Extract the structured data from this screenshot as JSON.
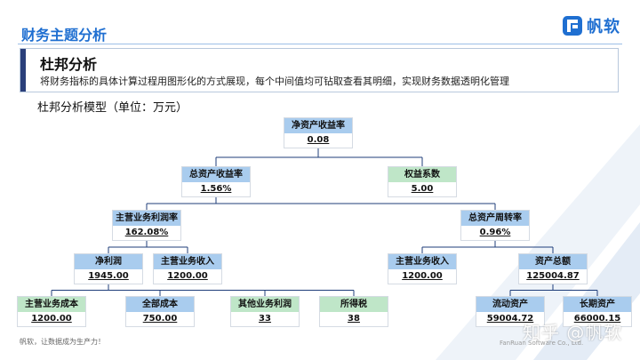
{
  "header": {
    "title": "财务主题分析",
    "brand_name": "帆软"
  },
  "intro": {
    "title": "杜邦分析",
    "description": "将财务指标的具体计算过程用图形化的方式展现，每个中间值均可钻取查看其明细，实现财务数据透明化管理"
  },
  "model_label": "杜邦分析模型（单位：万元）",
  "colors": {
    "accent": "#1f6fd1",
    "node_blue": "#a9ccee",
    "node_green": "#bfe6c8",
    "line": "#1f3d7a"
  },
  "nodes": [
    {
      "id": "roe",
      "label": "净资产收益率",
      "value": "0.08",
      "tone": "blue",
      "parent": null
    },
    {
      "id": "roa",
      "label": "总资产收益率",
      "value": "1.56%",
      "tone": "blue",
      "parent": "roe"
    },
    {
      "id": "equity_multiplier",
      "label": "权益系数",
      "value": "5.00",
      "tone": "green",
      "parent": "roe"
    },
    {
      "id": "net_margin",
      "label": "主营业务利润率",
      "value": "162.08%",
      "tone": "blue",
      "parent": "roa"
    },
    {
      "id": "asset_turnover",
      "label": "总资产周转率",
      "value": "0.96%",
      "tone": "blue",
      "parent": "roa"
    },
    {
      "id": "net_profit",
      "label": "净利润",
      "value": "1945.00",
      "tone": "blue",
      "parent": "net_margin"
    },
    {
      "id": "revenue_left",
      "label": "主营业务收入",
      "value": "1200.00",
      "tone": "blue",
      "parent": "net_margin"
    },
    {
      "id": "revenue_right",
      "label": "主营业务收入",
      "value": "1200.00",
      "tone": "blue",
      "parent": "asset_turnover"
    },
    {
      "id": "total_assets",
      "label": "资产总额",
      "value": "125004.87",
      "tone": "blue",
      "parent": "asset_turnover"
    },
    {
      "id": "cost_main",
      "label": "主营业务成本",
      "value": "1200.00",
      "tone": "green",
      "parent": "net_profit"
    },
    {
      "id": "cost_total",
      "label": "全部成本",
      "value": "750.00",
      "tone": "blue",
      "parent": "net_profit"
    },
    {
      "id": "other_profit",
      "label": "其他业务利润",
      "value": "33",
      "tone": "green",
      "parent": "net_profit"
    },
    {
      "id": "income_tax",
      "label": "所得税",
      "value": "38",
      "tone": "green",
      "parent": "net_profit"
    },
    {
      "id": "current_assets",
      "label": "流动资产",
      "value": "59004.72",
      "tone": "blue",
      "parent": "total_assets"
    },
    {
      "id": "longterm_assets",
      "label": "长期资产",
      "value": "66000.15",
      "tone": "blue",
      "parent": "total_assets"
    }
  ],
  "footer": {
    "slogan": "帆软，让数据成为生产力！",
    "company": "FanRuan Software Co., Ltd."
  },
  "watermark": "知乎 @帆软",
  "icons": {
    "brand": "fanruan-logo-icon"
  }
}
